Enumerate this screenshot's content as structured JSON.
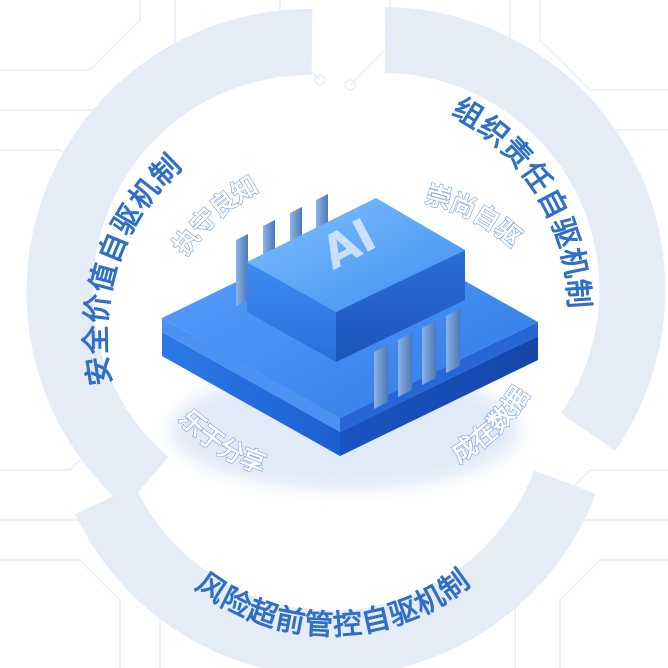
{
  "mechanisms": {
    "left": "安全价值自驱机制",
    "right": "组织责任自驱机制",
    "bottom": "风险超前管控自驱机制"
  },
  "values": {
    "top_left": "执守良知",
    "top_right": "崇尚自驱",
    "bottom_left": "乐于分享",
    "bottom_right": "成在数据"
  },
  "chip": {
    "label": "AI"
  },
  "colors": {
    "arc": "#e7edf7",
    "mechanism_text": "#2f6fc6",
    "chip_top": "#3d8cf0",
    "chip_base": "#1f5fd3"
  }
}
